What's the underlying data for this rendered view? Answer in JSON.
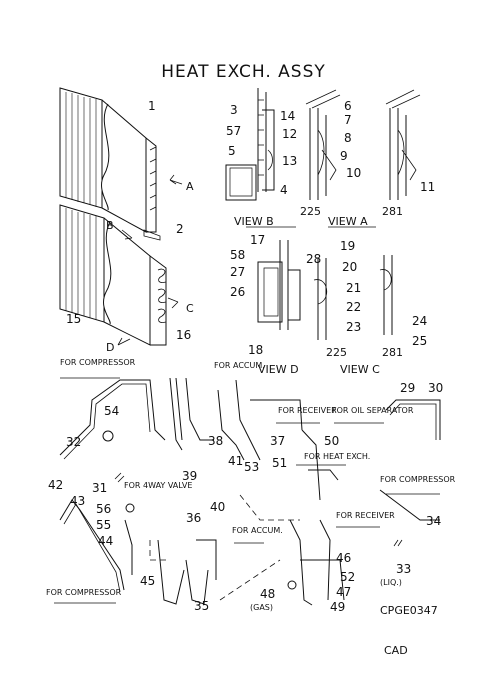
{
  "title": "HEAT EXCH. ASSY",
  "drawing_code": "CPGE0347",
  "cad_mark": "CAD",
  "view_labels": [
    "VIEW B",
    "VIEW A",
    "VIEW D",
    "VIEW C"
  ],
  "arrow_letters": [
    "A",
    "B",
    "C",
    "D"
  ],
  "variants": [
    "225",
    "281",
    "225",
    "281"
  ],
  "annotations": {
    "for_compressor": "FOR COMPRESSOR",
    "for_accum": "FOR ACCUM.",
    "for_receiver": "FOR RECEIVER",
    "for_oil_separator": "FOR OIL SEPARATOR",
    "for_heat_exch": "FOR HEAT EXCH.",
    "for_4way_valve": "FOR 4WAY VALVE",
    "liq": "(LIQ.)",
    "gas": "(GAS)"
  },
  "part_numbers": [
    "1",
    "2",
    "3",
    "4",
    "5",
    "6",
    "7",
    "8",
    "9",
    "10",
    "11",
    "12",
    "13",
    "14",
    "15",
    "16",
    "17",
    "18",
    "19",
    "20",
    "21",
    "22",
    "23",
    "24",
    "25",
    "26",
    "27",
    "28",
    "29",
    "30",
    "31",
    "32",
    "33",
    "34",
    "35",
    "36",
    "37",
    "38",
    "39",
    "40",
    "41",
    "42",
    "43",
    "44",
    "45",
    "46",
    "47",
    "48",
    "49",
    "50",
    "51",
    "52",
    "53",
    "54",
    "55",
    "56",
    "57",
    "58"
  ]
}
